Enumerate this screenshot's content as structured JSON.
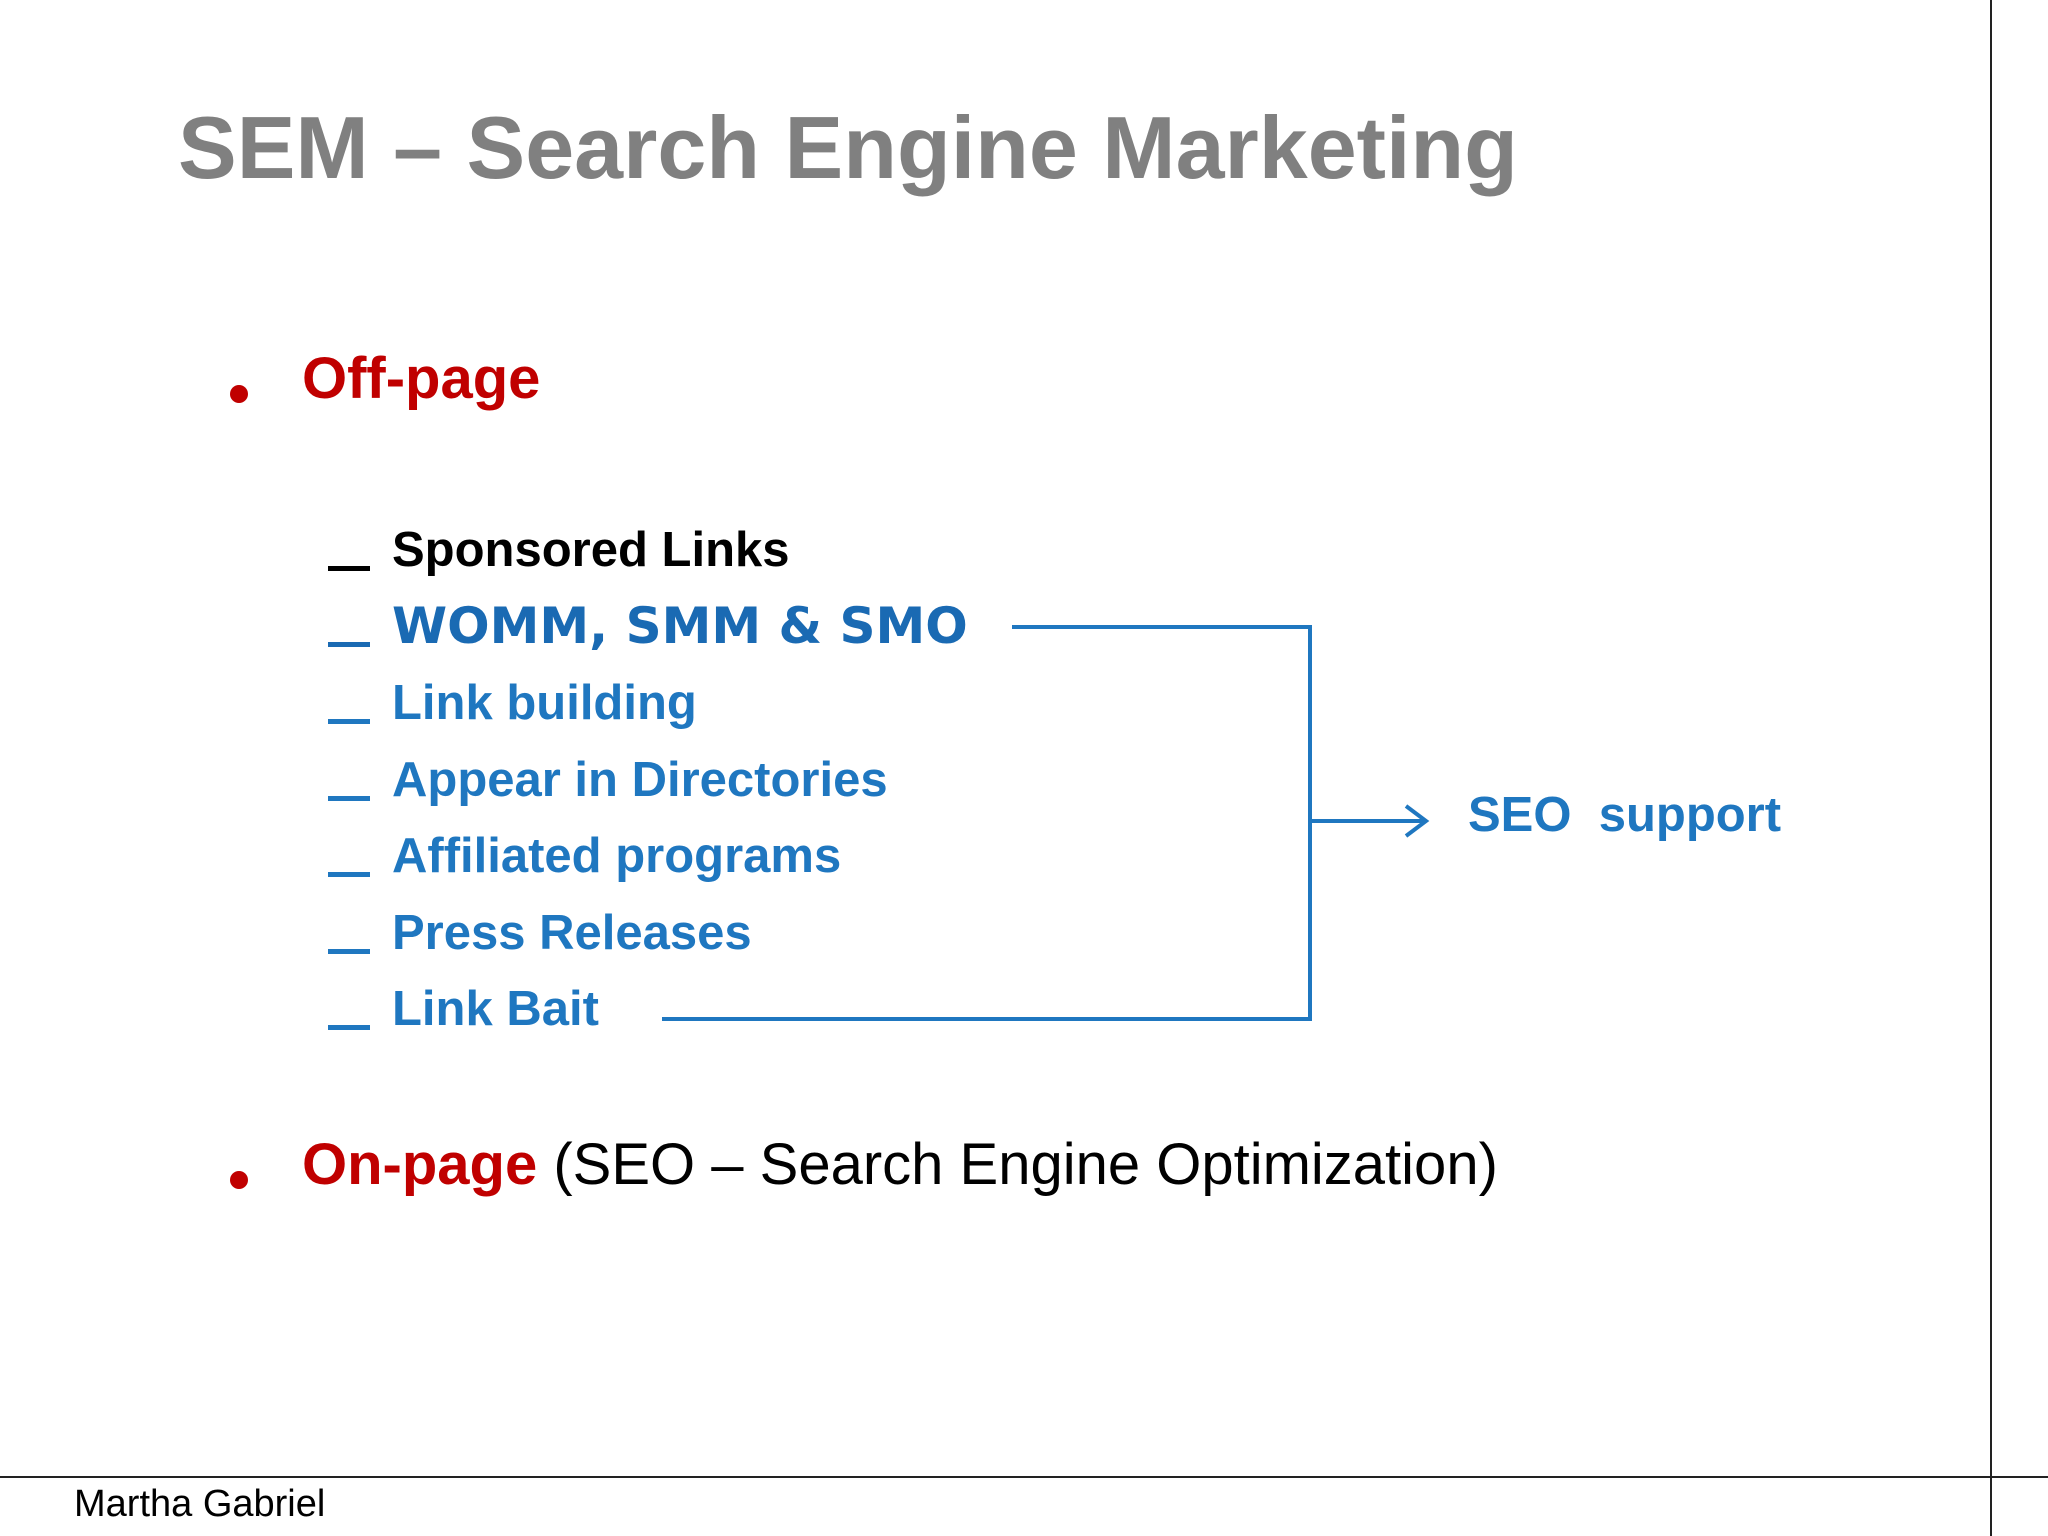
{
  "slide": {
    "title": "SEM – Search Engine Marketing",
    "bullets": [
      {
        "label": "Off-page",
        "rest": ""
      },
      {
        "label": "On-page",
        "rest": " (SEO – Search Engine Optimization)"
      }
    ],
    "offpage_items": [
      {
        "text": "Sponsored Links",
        "color": "#000000"
      },
      {
        "text": "WOMM, SMM & SMO",
        "color": "#1a6ab3"
      },
      {
        "text": "Link building",
        "color": "#1f77c0"
      },
      {
        "text": "Appear in Directories",
        "color": "#1f77c0"
      },
      {
        "text": "Affiliated programs",
        "color": "#1f77c0"
      },
      {
        "text": "Press Releases",
        "color": "#1f77c0"
      },
      {
        "text": "Link Bait",
        "color": "#1f77c0"
      }
    ],
    "annotation": "SEO  support",
    "footer": "Martha Gabriel"
  },
  "colors": {
    "title": "#808080",
    "accent_red": "#c00000",
    "accent_blue": "#1f77c0",
    "text": "#000000"
  }
}
